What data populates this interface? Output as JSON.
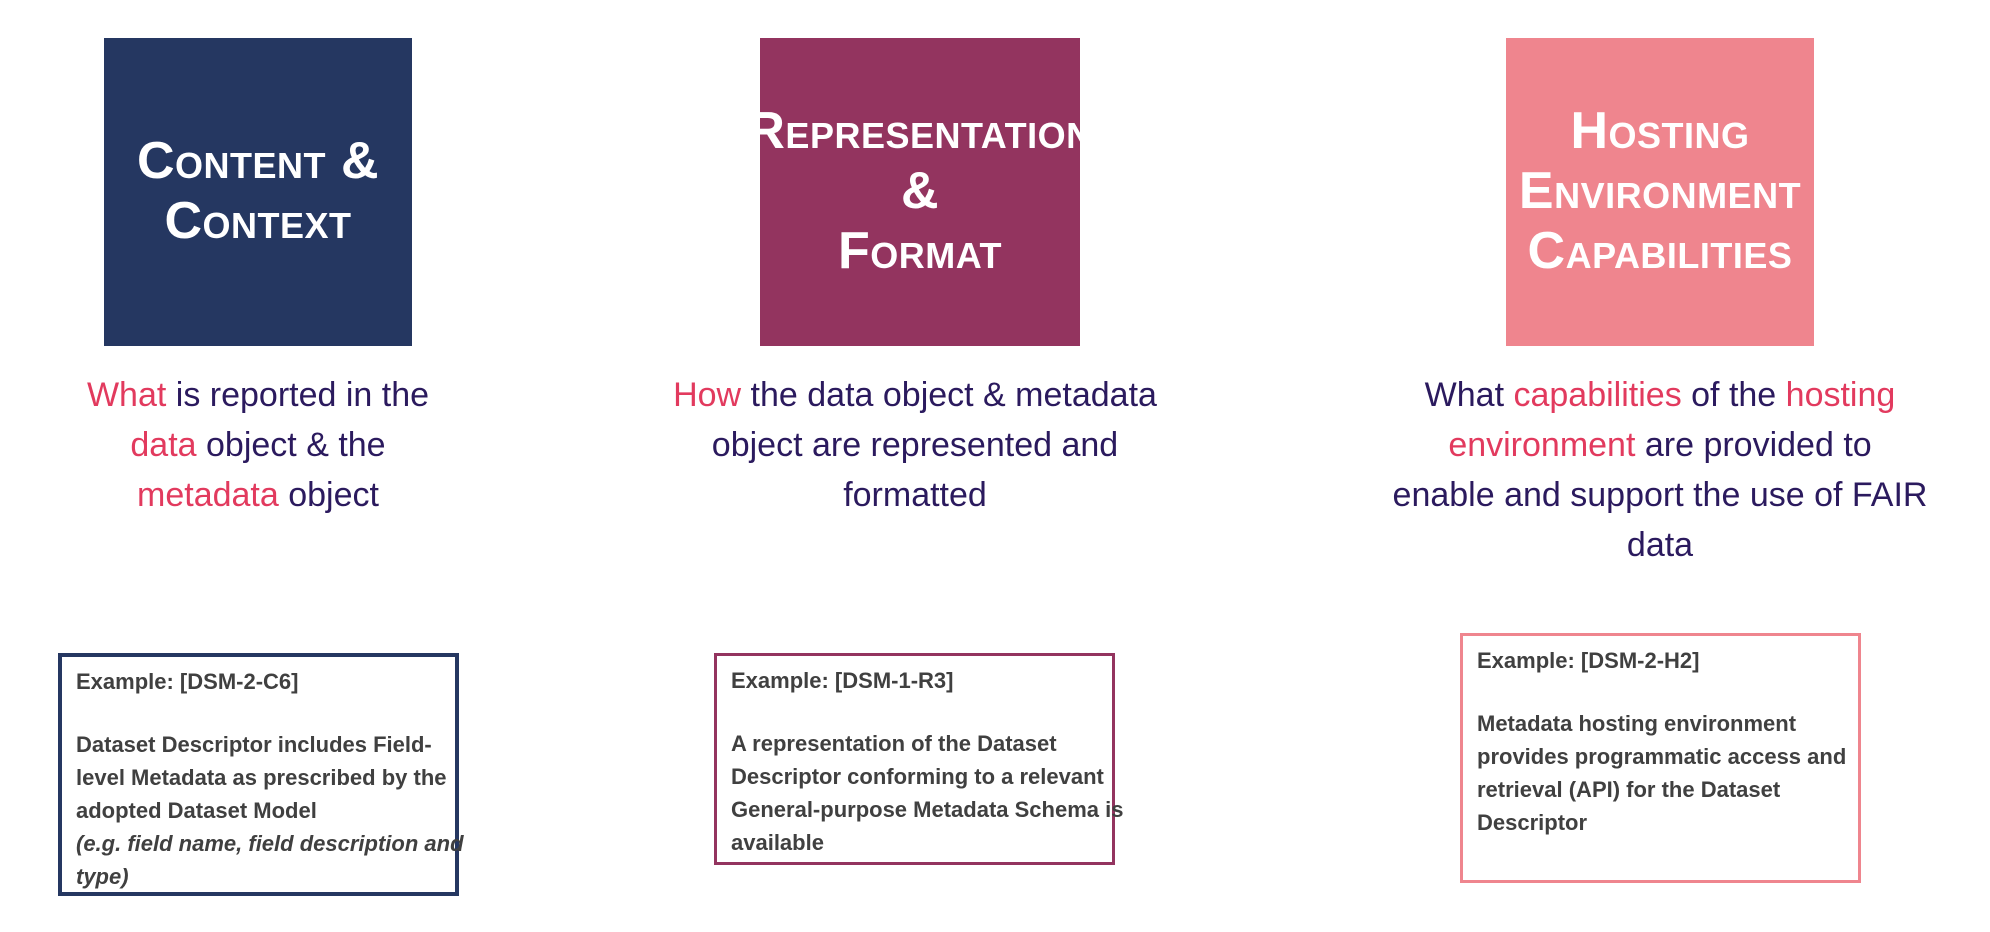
{
  "colors": {
    "navy": "#253761",
    "plum": "#93345f",
    "rose": "#ef858e",
    "highlight": "#e23a5e",
    "body_text": "#2b1a5e",
    "example_text": "#404040"
  },
  "columns": [
    {
      "tile": {
        "lines": [
          "Content &",
          "Context"
        ],
        "color": "#253761"
      },
      "description": {
        "lines": [
          [
            {
              "t": "What",
              "hl": true
            },
            {
              "t": " is reported in the",
              "hl": false
            }
          ],
          [
            {
              "t": "data",
              "hl": true
            },
            {
              "t": " object & the",
              "hl": false
            }
          ],
          [
            {
              "t": "metadata",
              "hl": true
            },
            {
              "t": " object",
              "hl": false
            }
          ]
        ]
      },
      "example": {
        "id": "Example: [DSM-2-C6]",
        "lines": [
          "Dataset Descriptor includes Field-",
          "level Metadata as prescribed by the",
          "adopted Dataset Model"
        ],
        "note_lines": [
          "(e.g. field name, field description and",
          "type)"
        ],
        "border_color": "#253761"
      }
    },
    {
      "tile": {
        "lines": [
          "Representation",
          "&",
          "Format"
        ],
        "color": "#93345f"
      },
      "description": {
        "lines": [
          [
            {
              "t": "How",
              "hl": true
            },
            {
              "t": " the data object & metadata",
              "hl": false
            }
          ],
          [
            {
              "t": "object are represented and",
              "hl": false
            }
          ],
          [
            {
              "t": "formatted",
              "hl": false
            }
          ]
        ]
      },
      "example": {
        "id": "Example: [DSM-1-R3]",
        "lines": [
          "A representation of the Dataset",
          "Descriptor conforming to a relevant",
          "General-purpose Metadata Schema is",
          "available"
        ],
        "note_lines": [],
        "border_color": "#93345f"
      }
    },
    {
      "tile": {
        "lines": [
          "Hosting",
          "Environment",
          "Capabilities"
        ],
        "color": "#ef858e"
      },
      "description": {
        "lines": [
          [
            {
              "t": "What ",
              "hl": false
            },
            {
              "t": "capabilities",
              "hl": true
            },
            {
              "t": " of the ",
              "hl": false
            },
            {
              "t": "hosting",
              "hl": true
            }
          ],
          [
            {
              "t": "environment",
              "hl": true
            },
            {
              "t": " are provided to",
              "hl": false
            }
          ],
          [
            {
              "t": "enable and support the use of FAIR",
              "hl": false
            }
          ],
          [
            {
              "t": "data",
              "hl": false
            }
          ]
        ]
      },
      "example": {
        "id": "Example: [DSM-2-H2]",
        "lines": [
          "Metadata hosting environment",
          "provides programmatic access and",
          "retrieval (API) for the Dataset",
          "Descriptor"
        ],
        "note_lines": [],
        "border_color": "#ef858e"
      }
    }
  ]
}
